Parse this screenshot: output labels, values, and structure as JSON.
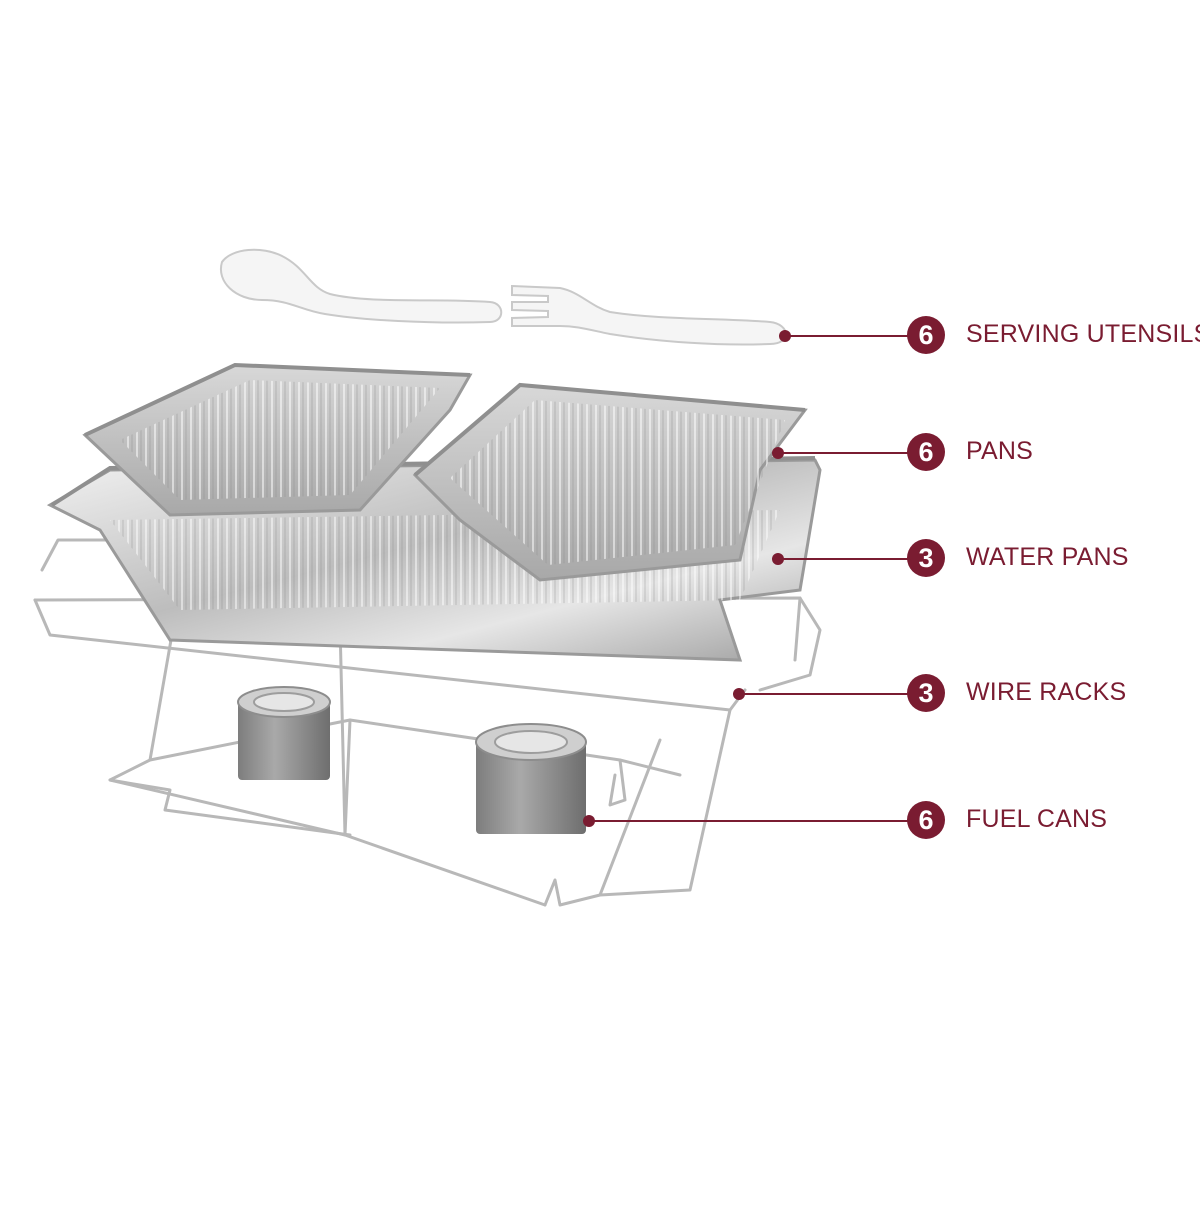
{
  "image": {
    "subject": "chafing-dish-buffet-kit",
    "accent_color": "#7a1c31",
    "icons": [
      "serving-spoon-icon",
      "serving-fork-icon",
      "half-size-pan-icon",
      "water-pan-icon",
      "wire-rack-icon",
      "fuel-can-icon"
    ]
  },
  "callouts": [
    {
      "qty": "6",
      "label": "SERVING UTENSILS"
    },
    {
      "qty": "6",
      "label": "PANS"
    },
    {
      "qty": "3",
      "label": "WATER PANS"
    },
    {
      "qty": "3",
      "label": "WIRE RACKS"
    },
    {
      "qty": "6",
      "label": "FUEL CANS"
    }
  ]
}
